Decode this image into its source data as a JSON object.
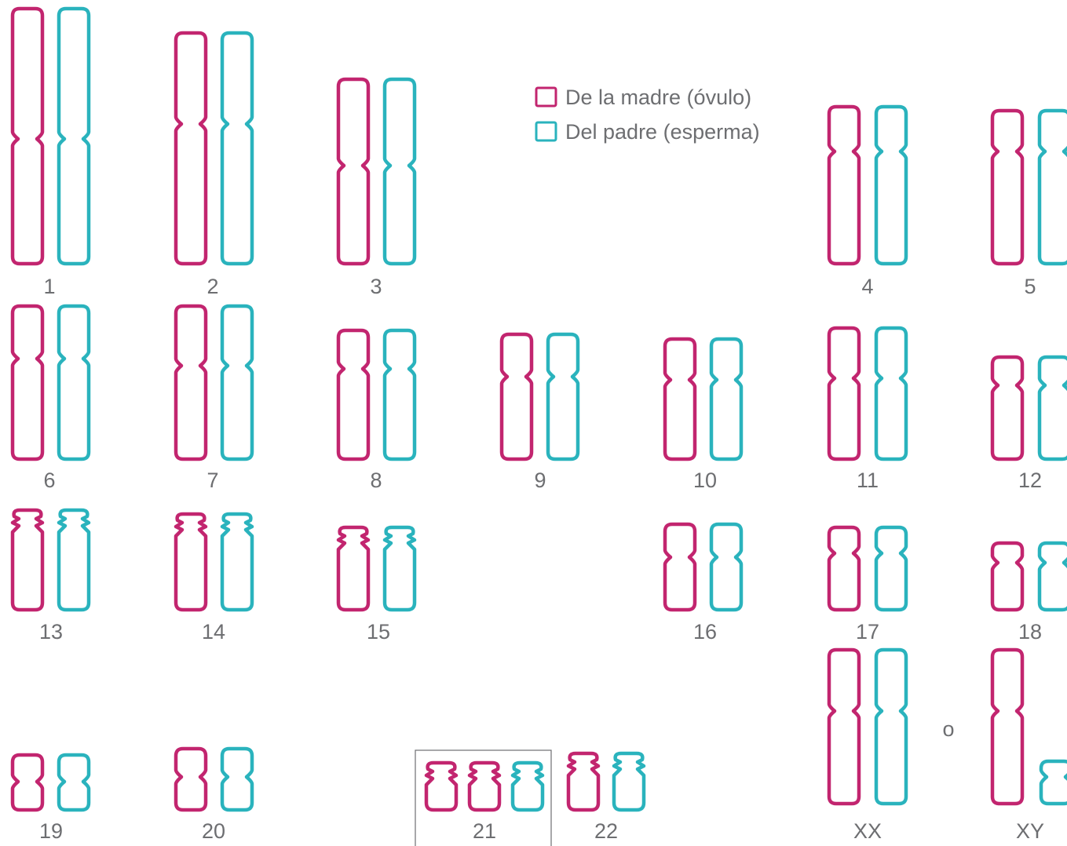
{
  "legend": {
    "maternal": {
      "label": "De la madre (óvulo)",
      "color": "#c2256f"
    },
    "paternal": {
      "label": "Del padre (esperma)",
      "color": "#2ab3bd"
    }
  },
  "separator_label": "o",
  "trisomy_highlight": "21",
  "pairs": [
    {
      "id": "1",
      "label": "1",
      "type": "metacentric",
      "homologs": [
        "maternal",
        "paternal"
      ]
    },
    {
      "id": "2",
      "label": "2",
      "type": "metacentric",
      "homologs": [
        "maternal",
        "paternal"
      ]
    },
    {
      "id": "3",
      "label": "3",
      "type": "metacentric",
      "homologs": [
        "maternal",
        "paternal"
      ]
    },
    {
      "id": "4",
      "label": "4",
      "type": "submetacentric",
      "homologs": [
        "maternal",
        "paternal"
      ]
    },
    {
      "id": "5",
      "label": "5",
      "type": "submetacentric",
      "homologs": [
        "maternal",
        "paternal"
      ]
    },
    {
      "id": "6",
      "label": "6",
      "type": "submetacentric",
      "homologs": [
        "maternal",
        "paternal"
      ]
    },
    {
      "id": "7",
      "label": "7",
      "type": "submetacentric",
      "homologs": [
        "maternal",
        "paternal"
      ]
    },
    {
      "id": "8",
      "label": "8",
      "type": "submetacentric",
      "homologs": [
        "maternal",
        "paternal"
      ]
    },
    {
      "id": "9",
      "label": "9",
      "type": "submetacentric",
      "homologs": [
        "maternal",
        "paternal"
      ]
    },
    {
      "id": "10",
      "label": "10",
      "type": "submetacentric",
      "homologs": [
        "maternal",
        "paternal"
      ]
    },
    {
      "id": "11",
      "label": "11",
      "type": "submetacentric",
      "homologs": [
        "maternal",
        "paternal"
      ]
    },
    {
      "id": "12",
      "label": "12",
      "type": "submetacentric",
      "homologs": [
        "maternal",
        "paternal"
      ]
    },
    {
      "id": "13",
      "label": "13",
      "type": "acrocentric",
      "homologs": [
        "maternal",
        "paternal"
      ]
    },
    {
      "id": "14",
      "label": "14",
      "type": "acrocentric",
      "homologs": [
        "maternal",
        "paternal"
      ]
    },
    {
      "id": "15",
      "label": "15",
      "type": "acrocentric",
      "homologs": [
        "maternal",
        "paternal"
      ]
    },
    {
      "id": "16",
      "label": "16",
      "type": "metacentric",
      "homologs": [
        "maternal",
        "paternal"
      ]
    },
    {
      "id": "17",
      "label": "17",
      "type": "submetacentric",
      "homologs": [
        "maternal",
        "paternal"
      ]
    },
    {
      "id": "18",
      "label": "18",
      "type": "submetacentric",
      "homologs": [
        "maternal",
        "paternal"
      ]
    },
    {
      "id": "19",
      "label": "19",
      "type": "metacentric",
      "homologs": [
        "maternal",
        "paternal"
      ]
    },
    {
      "id": "20",
      "label": "20",
      "type": "metacentric",
      "homologs": [
        "maternal",
        "paternal"
      ]
    },
    {
      "id": "21",
      "label": "21",
      "type": "acrocentric",
      "homologs": [
        "maternal",
        "maternal",
        "paternal"
      ]
    },
    {
      "id": "22",
      "label": "22",
      "type": "acrocentric",
      "homologs": [
        "maternal",
        "paternal"
      ]
    },
    {
      "id": "xx",
      "label": "XX",
      "type": "submetacentric",
      "homologs": [
        "maternal",
        "paternal"
      ]
    },
    {
      "id": "xy",
      "label": "XY",
      "type": "submetacentric",
      "homologs": [
        "maternal",
        "paternal"
      ]
    }
  ]
}
